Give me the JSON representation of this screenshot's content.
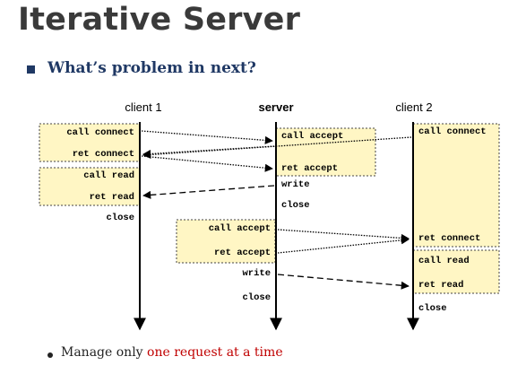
{
  "title": "Iterative Server",
  "question": "What’s problem in next?",
  "colors": {
    "box_fill": "#fff6c4",
    "title": "#3a3a3a",
    "question": "#1f3864",
    "highlight": "#c00000"
  },
  "headers": {
    "client1": "client 1",
    "server": "server",
    "client2": "client 2"
  },
  "labels": {
    "c1_call_connect": "call connect",
    "c1_ret_connect": "ret connect",
    "c1_call_read": "call read",
    "c1_ret_read": "ret read",
    "c1_close": "close",
    "s_call_accept_1": "call accept",
    "s_ret_accept_1": "ret accept",
    "s_write_1": "write",
    "s_close_1": "close",
    "s_call_accept_2": "call accept",
    "s_ret_accept_2": "ret accept",
    "s_write_2": "write",
    "s_close_2": "close",
    "c2_call_connect": "call connect",
    "c2_ret_connect": "ret connect",
    "c2_call_read": "call read",
    "c2_ret_read": "ret read",
    "c2_close": "close"
  },
  "footer": {
    "prefix": "Manage only ",
    "highlight": "one request at a time"
  }
}
